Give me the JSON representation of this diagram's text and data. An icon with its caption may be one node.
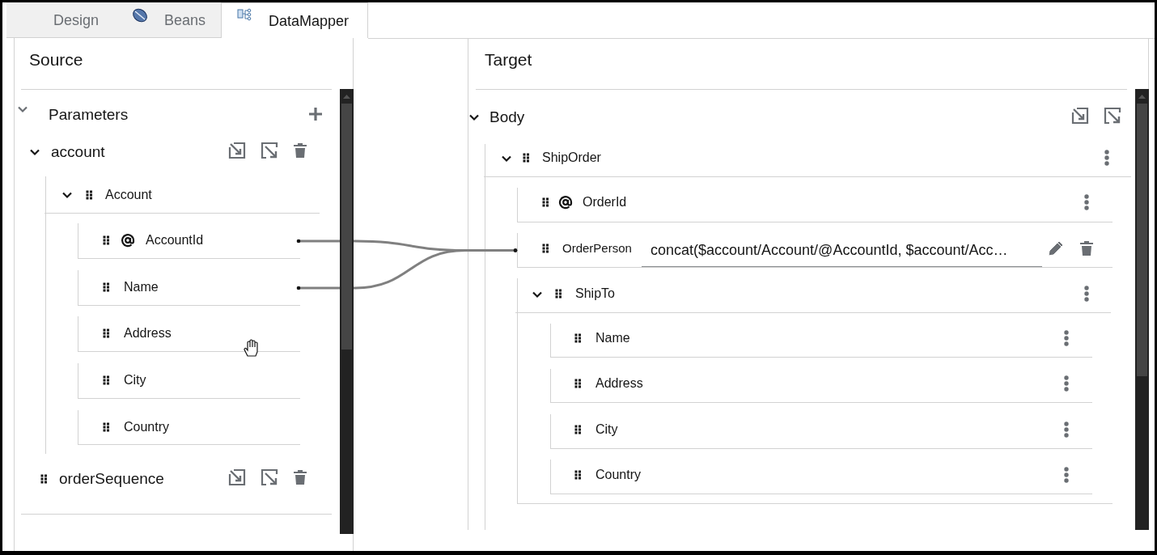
{
  "diagram": {
    "nodes": [
      {
        "text": [
          "Source"
        ]
      },
      {
        "text": [
          "Parameters"
        ],
        "in": 0
      },
      {
        "text": [
          "account"
        ],
        "in": 0
      },
      {
        "text": [
          "Account"
        ],
        "in": 2
      },
      {
        "text": [
          "AccountId"
        ],
        "in": 3
      },
      {
        "text": [
          "Name"
        ],
        "in": 3
      },
      {
        "text": [
          "Address"
        ],
        "in": 3
      },
      {
        "text": [
          "City"
        ],
        "in": 3
      },
      {
        "text": [
          "Country"
        ],
        "in": 3
      },
      {
        "text": [
          "orderSequence"
        ],
        "in": 0
      },
      {
        "text": [
          "Target"
        ]
      },
      {
        "text": [
          "Body"
        ],
        "in": 10
      },
      {
        "text": [
          "ShipOrder"
        ],
        "in": 11
      },
      {
        "text": [
          "OrderId"
        ],
        "in": 12
      },
      {
        "text": [
          "OrderPerson",
          "concat($account/Account/@AccountId, $account/Acc…"
        ],
        "in": 12
      },
      {
        "text": [
          "ShipTo"
        ],
        "in": 12
      },
      {
        "text": [
          "Name"
        ],
        "in": 15
      },
      {
        "text": [
          "Address"
        ],
        "in": 15
      },
      {
        "text": [
          "City"
        ],
        "in": 15
      },
      {
        "text": [
          "Country"
        ],
        "in": 15
      }
    ],
    "edges": [
      {
        "from": 4,
        "to": 14,
        "arrow": "other"
      },
      {
        "from": 5,
        "to": 14,
        "arrow": "other"
      }
    ],
    "labels": [
      "Design",
      "Beans",
      "DataMapper"
    ]
  }
}
